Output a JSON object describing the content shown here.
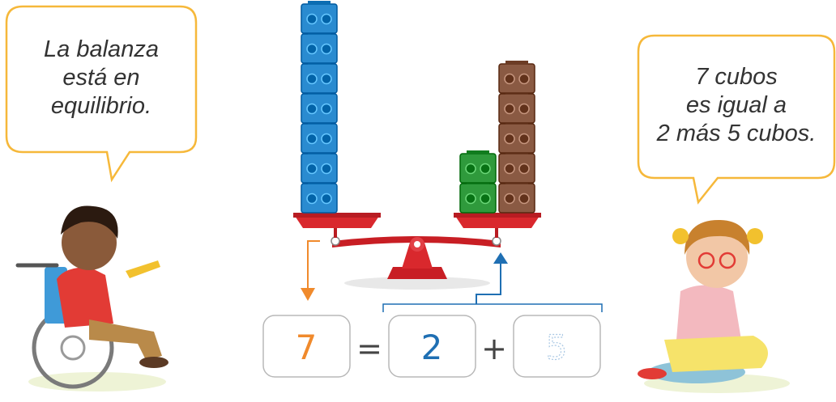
{
  "speech_left": {
    "lines": [
      "La balanza",
      "está en",
      "equilibrio."
    ]
  },
  "speech_right": {
    "lines": [
      "7 cubos",
      "es igual a",
      "2 más 5 cubos."
    ]
  },
  "equation": {
    "total": "7",
    "equals": "=",
    "part_a": "2",
    "plus": "+",
    "part_b": "5"
  },
  "cubes": {
    "left_blue": 7,
    "right_green": 2,
    "right_brown": 5
  },
  "colors": {
    "bubble_border": "#f6b83a",
    "blue_cube": "#2a8bd0",
    "green_cube": "#2f9a3c",
    "brown_cube": "#8a5a43",
    "balance_red": "#d9282d",
    "orange": "#f08a2c",
    "arrow_blue": "#1f6fb3",
    "box_border": "#b8b8b8"
  }
}
